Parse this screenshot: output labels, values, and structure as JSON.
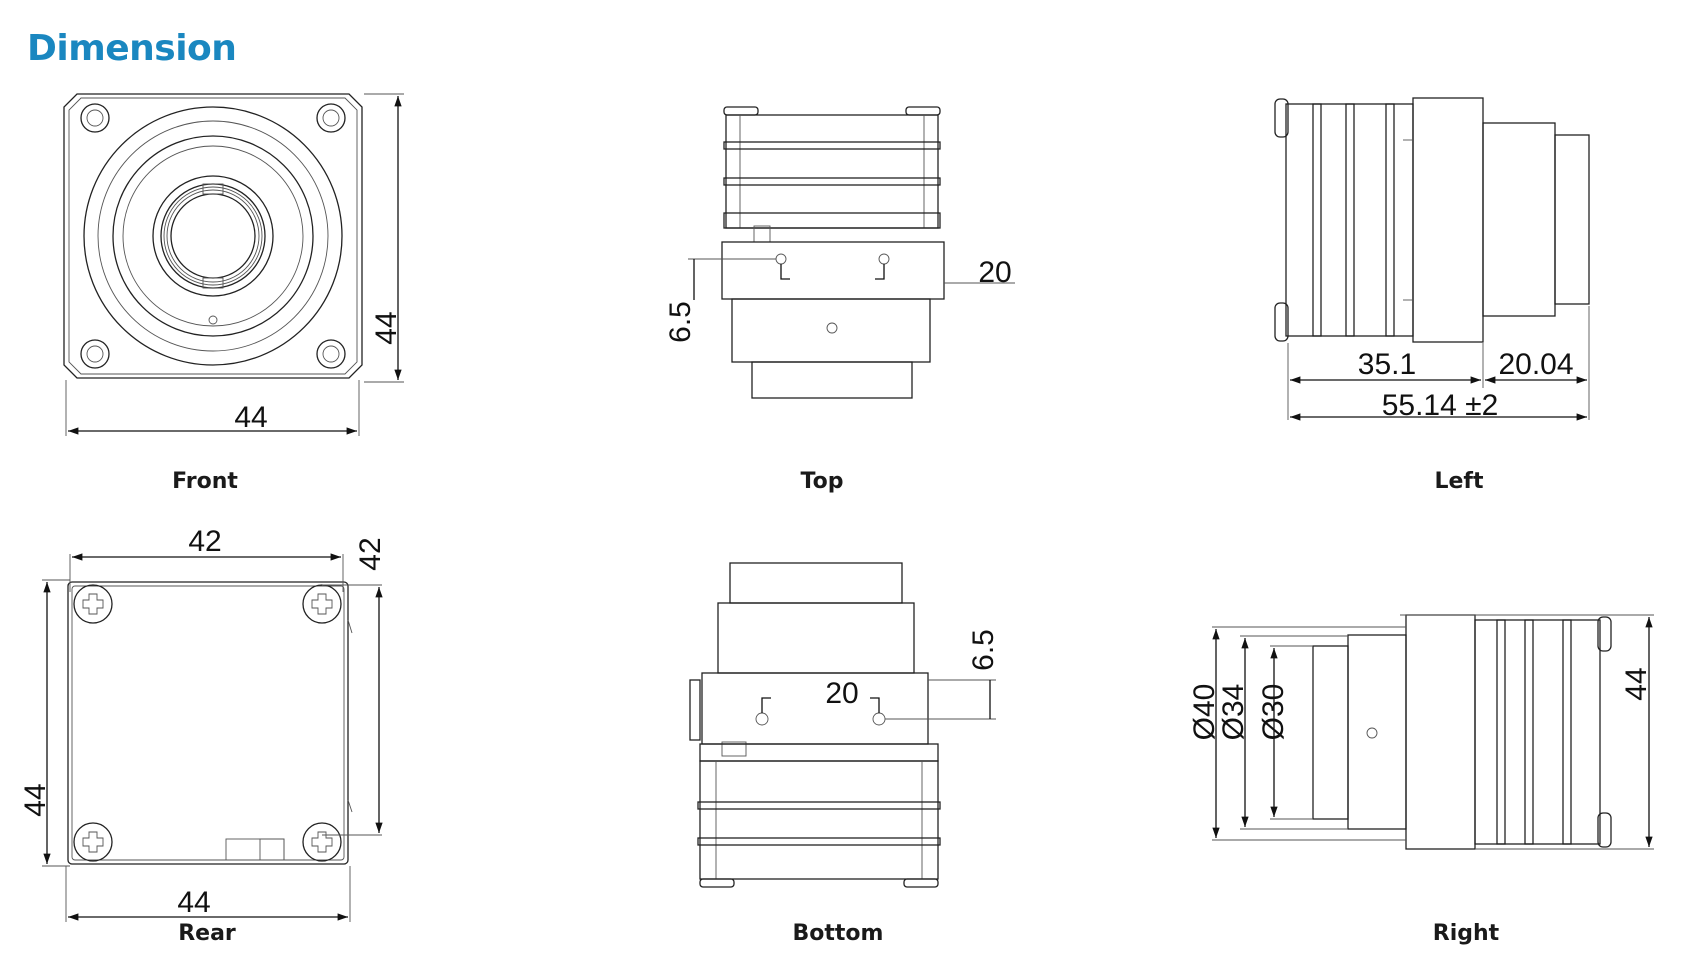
{
  "page": {
    "title": "Dimension",
    "title_color": "#1a87c0"
  },
  "views": {
    "front": {
      "caption": "Front",
      "dims": {
        "height": "44",
        "width": "44"
      }
    },
    "top": {
      "caption": "Top",
      "dims": {
        "spacing": "20",
        "offset": "6.5"
      }
    },
    "left": {
      "caption": "Left",
      "dims": {
        "body": "35.1",
        "lens": "20.04",
        "total": "55.14 ±2"
      }
    },
    "rear": {
      "caption": "Rear",
      "dims": {
        "hole_width": "42",
        "hole_height": "42",
        "height": "44",
        "width": "44"
      }
    },
    "bottom": {
      "caption": "Bottom",
      "dims": {
        "spacing": "20",
        "offset": "6.5"
      }
    },
    "right": {
      "caption": "Right",
      "dims": {
        "d40": "Ø40",
        "d34": "Ø34",
        "d30": "Ø30",
        "height": "44"
      }
    }
  }
}
